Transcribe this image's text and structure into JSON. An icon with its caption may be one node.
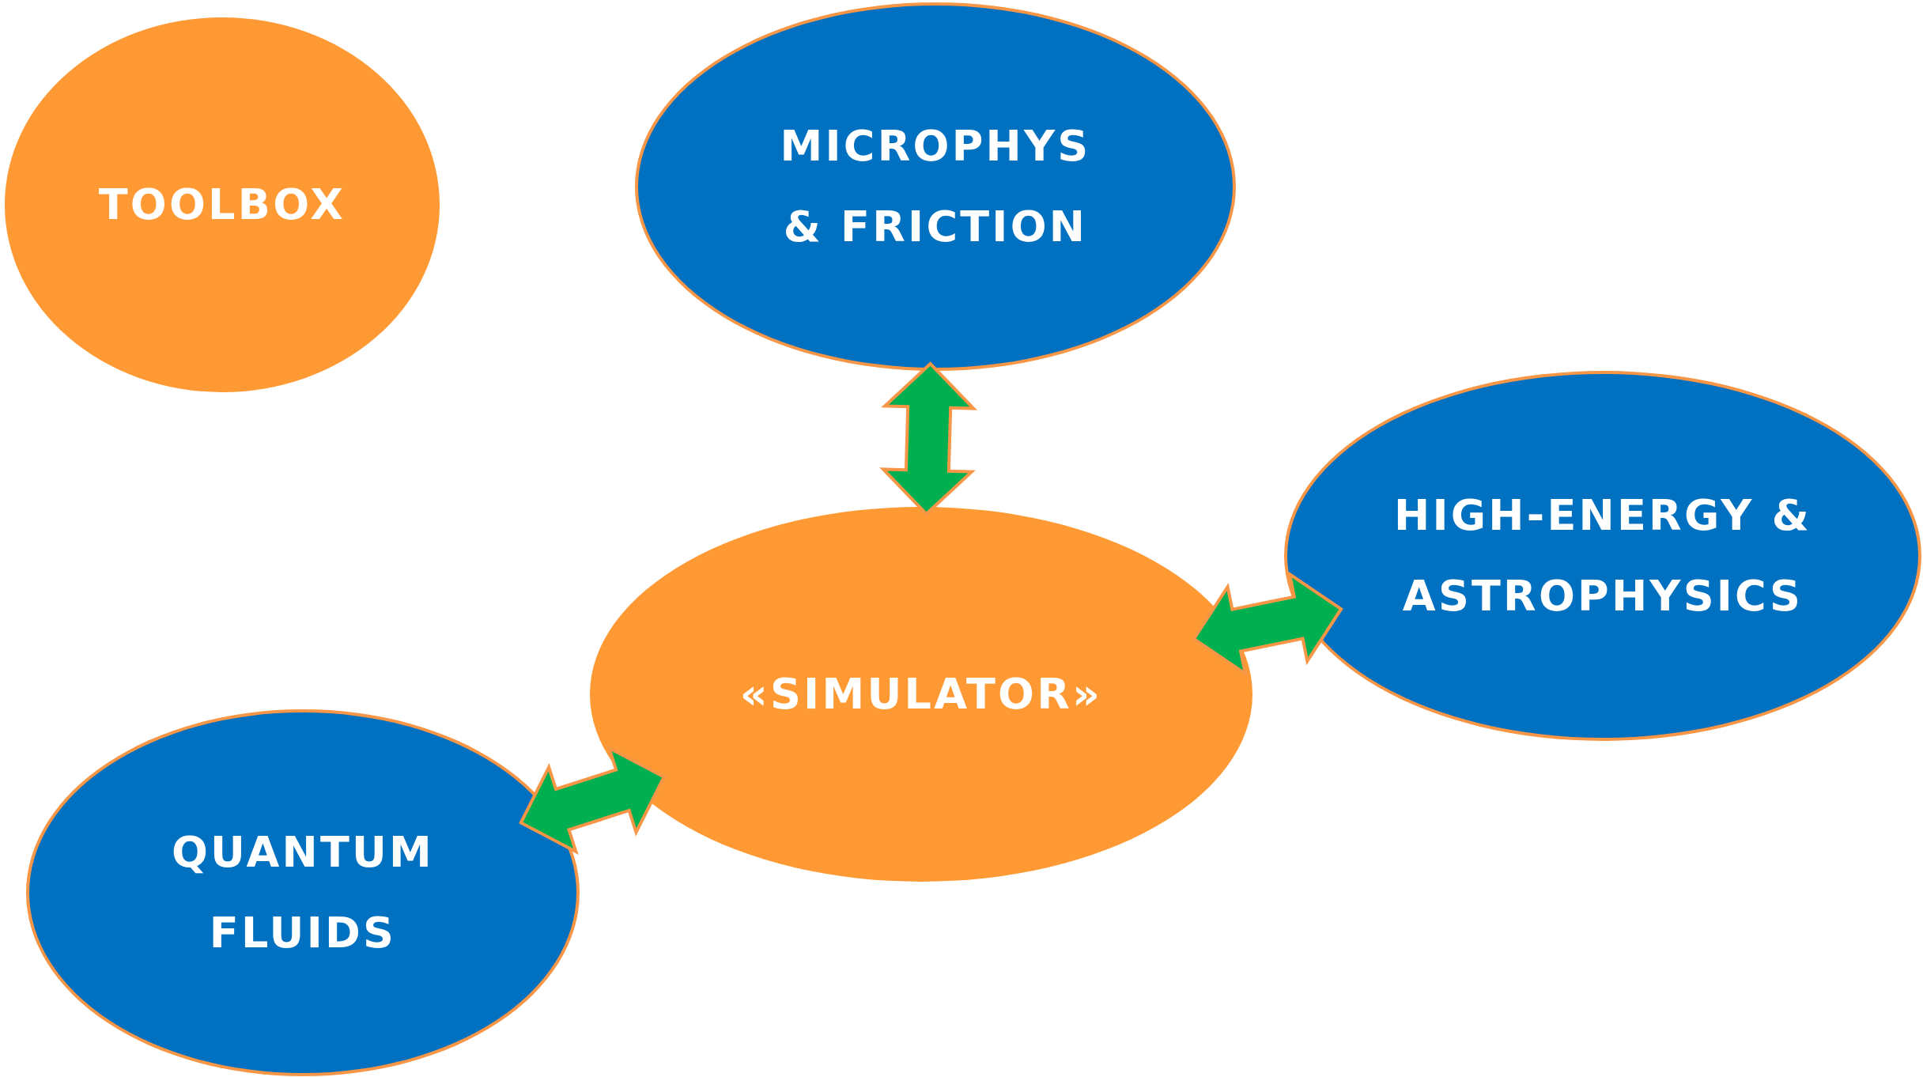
{
  "diagram": {
    "nodes": [
      {
        "text": [
          "TOOLBOX"
        ]
      },
      {
        "text": [
          "MICROPHYS & FRICTION"
        ]
      },
      {
        "text": [
          "HIGH-ENERGY & ASTROPHYSICS"
        ]
      },
      {
        "text": [
          "«SIMULATOR»"
        ]
      },
      {
        "text": [
          "QUANTUM FLUIDS"
        ]
      }
    ],
    "edges": [
      {
        "from": 1,
        "to": 3,
        "arrow": "both"
      },
      {
        "from": 3,
        "to": 2,
        "arrow": "both"
      },
      {
        "from": 3,
        "to": 4,
        "arrow": "both"
      }
    ]
  }
}
